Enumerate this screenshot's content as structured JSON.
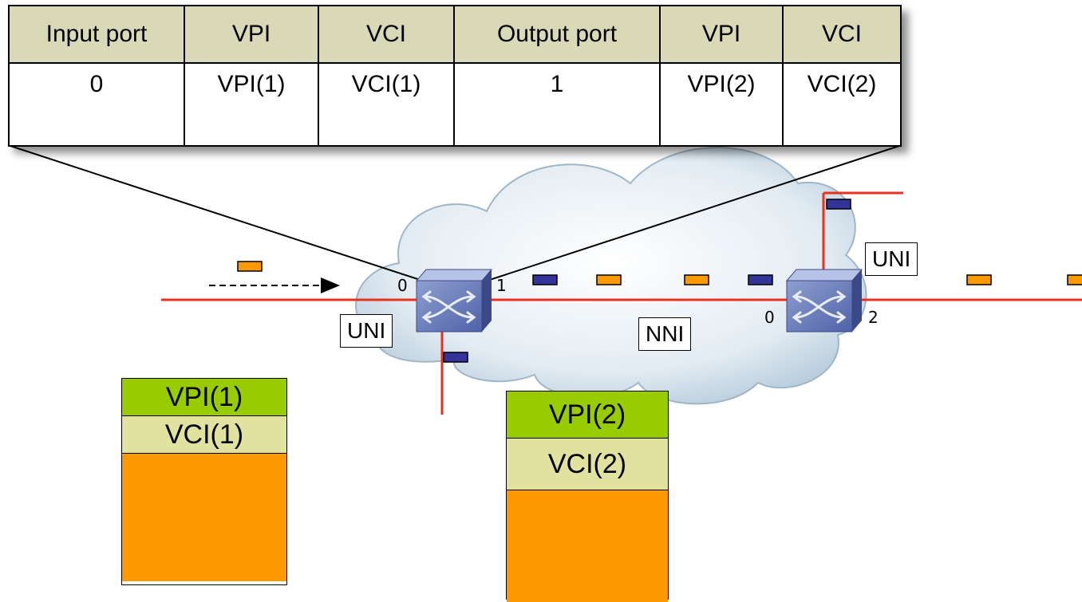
{
  "table": {
    "headers": [
      "Input port",
      "VPI",
      "VCI",
      "Output port",
      "VPI",
      "VCI"
    ],
    "row": [
      "0",
      "VPI(1)",
      "VCI(1)",
      "1",
      "VPI(2)",
      "VCI(2)"
    ]
  },
  "labels": {
    "uni_left": "UNI",
    "uni_right": "UNI",
    "nni": "NNI"
  },
  "ports": {
    "sw1_in": "0",
    "sw1_out": "1",
    "sw2_in": "0",
    "sw2_out": "2"
  },
  "cell_left": {
    "vpi": "VPI(1)",
    "vci": "VCI(1)"
  },
  "cell_right": {
    "vpi": "VPI(2)",
    "vci": "VCI(2)"
  },
  "colors": {
    "link": "#e8311f",
    "cell_orange": "#ff9900",
    "cell_blue": "#333399",
    "vpi_green": "#99cc00",
    "vci_khaki": "#e2e2a0",
    "cloud": "#d6e4ef"
  }
}
